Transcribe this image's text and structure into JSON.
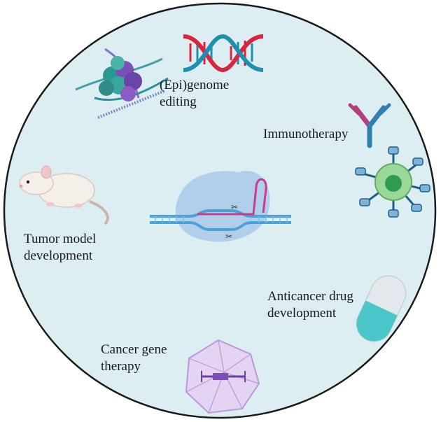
{
  "labels": {
    "epigenome": [
      "(Epi)genome",
      "editing"
    ],
    "immunotherapy": [
      "Immunotherapy"
    ],
    "tumor": [
      "Tumor model",
      "development"
    ],
    "anticancer": [
      "Anticancer drug",
      "development"
    ],
    "cancer_gene": [
      "Cancer gene",
      "therapy"
    ]
  },
  "icons": [
    "nucleosome-icon",
    "dna-double-helix-icon",
    "antibody-icon",
    "t-cell-icon",
    "mouse-icon",
    "crispr-cas9-complex-icon",
    "capsule-icon",
    "viral-vector-capsid-icon"
  ],
  "colors": {
    "circle_fill": "#ddeef2",
    "circle_stroke": "#1a1a1a",
    "dna_red": "#d7263d",
    "dna_teal": "#1f8fae",
    "antibody_magenta": "#b0407f",
    "antibody_blue": "#2f7fb0",
    "cell_green": "#8fd18f",
    "capsule_teal": "#4cc7c9",
    "capsid_purple": "#b89ad8"
  }
}
